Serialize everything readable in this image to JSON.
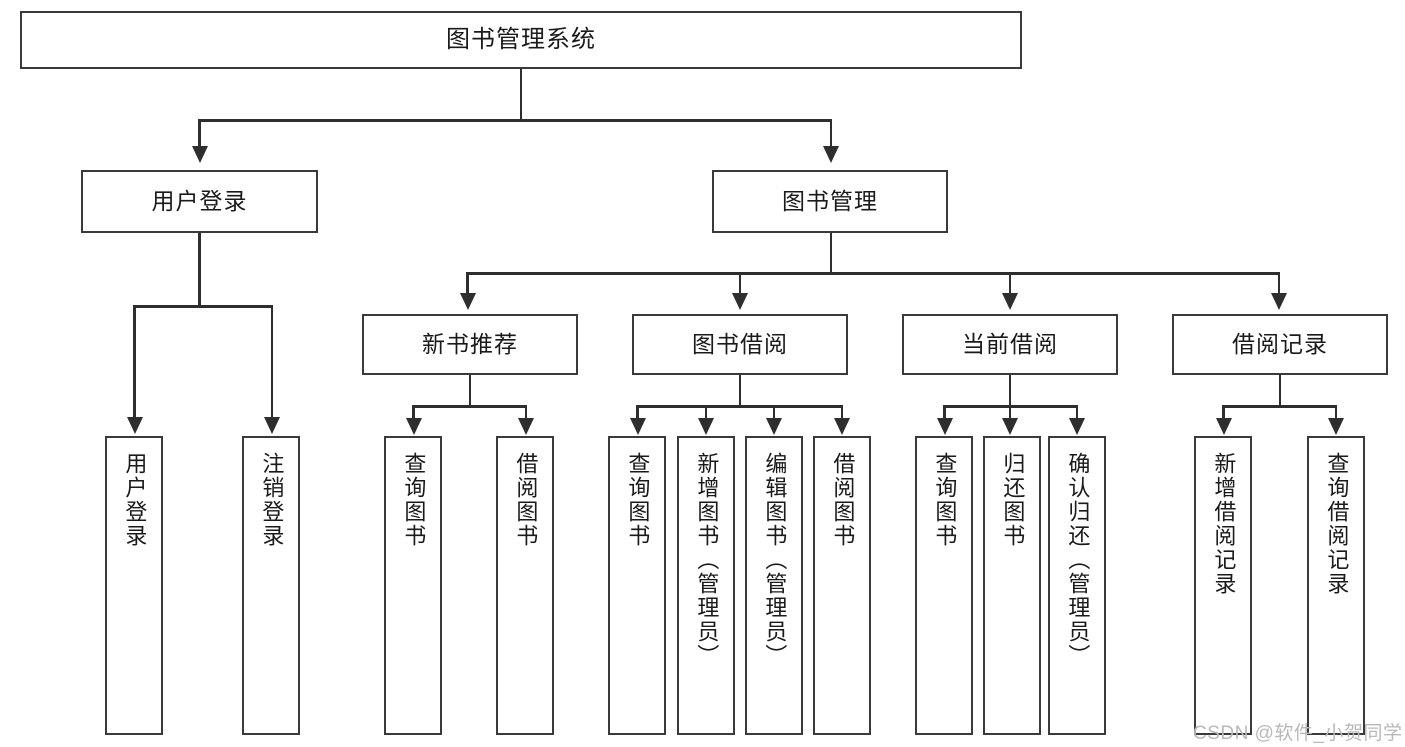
{
  "diagram": {
    "title": "图书管理系统",
    "root": {
      "label": "图书管理系统"
    },
    "level2": [
      {
        "label": "用户登录"
      },
      {
        "label": "图书管理"
      }
    ],
    "level3": [
      {
        "label": "新书推荐"
      },
      {
        "label": "图书借阅"
      },
      {
        "label": "当前借阅"
      },
      {
        "label": "借阅记录"
      }
    ],
    "leaves": {
      "user_login": [
        {
          "label": "用户登录"
        },
        {
          "label": "注销登录"
        }
      ],
      "new_book": [
        {
          "label": "查询图书"
        },
        {
          "label": "借阅图书"
        }
      ],
      "book_borrow": [
        {
          "label": "查询图书"
        },
        {
          "label": "新增图书（管理员）"
        },
        {
          "label": "编辑图书（管理员）"
        },
        {
          "label": "借阅图书"
        }
      ],
      "current_borrow": [
        {
          "label": "查询图书"
        },
        {
          "label": "归还图书"
        },
        {
          "label": "确认归还（管理员）"
        }
      ],
      "borrow_record": [
        {
          "label": "新增借阅记录"
        },
        {
          "label": "查询借阅记录"
        }
      ]
    },
    "watermark": "CSDN @软件_小贺同学",
    "colors": {
      "border": "#3a3a3a",
      "connector": "#2e2e2e",
      "background": "#ffffff",
      "text": "#1a1a1a",
      "watermark": "#b9b9b9"
    }
  }
}
